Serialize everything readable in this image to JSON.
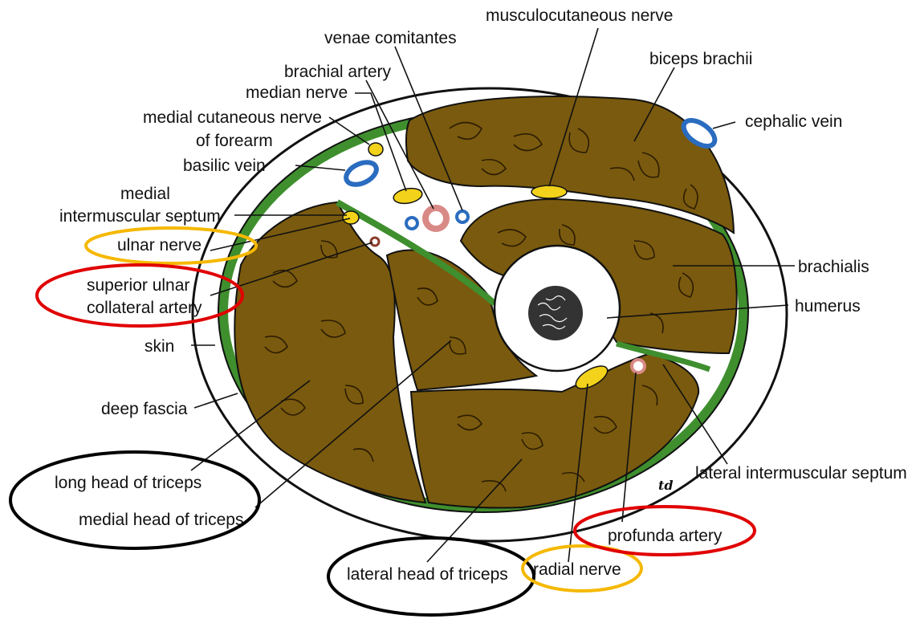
{
  "diagram": {
    "labels": {
      "musculocutaneous_nerve": "musculocutaneous nerve",
      "venae_comitantes": "venae comitantes",
      "brachial_artery": "brachial artery",
      "median_nerve": "median nerve",
      "medial_cutaneous_nerve_line1": "medial cutaneous nerve",
      "medial_cutaneous_nerve_line2": "of forearm",
      "basilic_vein": "basilic vein",
      "medial_septum_line1": "medial",
      "medial_septum_line2": "intermuscular septum",
      "ulnar_nerve": "ulnar nerve",
      "superior_ulnar_line1": "superior ulnar",
      "superior_ulnar_line2": "collateral artery",
      "skin": "skin",
      "deep_fascia": "deep fascia",
      "long_head": "long head of triceps",
      "medial_head": "medial head of triceps",
      "lateral_head": "lateral head of triceps",
      "radial_nerve": "radial nerve",
      "profunda_artery": "profunda artery",
      "lateral_septum": "lateral intermuscular septum",
      "humerus": "humerus",
      "brachialis": "brachialis",
      "cephalic_vein": "cephalic vein",
      "biceps_brachii": "biceps brachii",
      "signature": "td"
    },
    "colors": {
      "muscle": "#7a5a0e",
      "fascia_green": "#3f8f2e",
      "nerve_yellow": "#f2d21a",
      "vein_blue": "#2a6cc0",
      "artery_pink": "#d98a86",
      "circle_yellow": "#f5b800",
      "circle_red": "#e00000",
      "circle_black": "#000000"
    }
  }
}
